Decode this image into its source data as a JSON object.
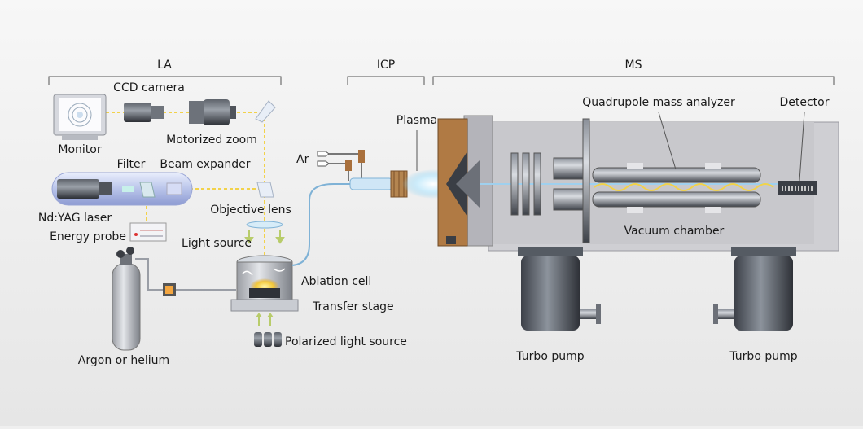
{
  "sections": {
    "la": "LA",
    "icp": "ICP",
    "ms": "MS"
  },
  "labels": {
    "ccd_camera": "CCD camera",
    "monitor": "Monitor",
    "motorized_zoom": "Motorized zoom",
    "filter": "Filter",
    "beam_expander": "Beam expander",
    "ndyag_laser": "Nd:YAG laser",
    "energy_probe": "Energy probe",
    "objective_lens": "Objective lens",
    "light_source": "Light source",
    "ablation_cell": "Ablation cell",
    "transfer_stage": "Transfer stage",
    "polarized_light_source": "Polarized light source",
    "argon_or_helium": "Argon or helium",
    "ar": "Ar",
    "plasma": "Plasma",
    "quadrupole_mass_analyzer": "Quadrupole mass analyzer",
    "detector": "Detector",
    "vacuum_chamber": "Vacuum chamber",
    "turbo_pump_1": "Turbo pump",
    "turbo_pump_2": "Turbo pump"
  },
  "colors": {
    "background": "#efefef",
    "laser_beam": "#f2d24a",
    "ion_beam": "#9fd0ee",
    "chamber_gray": "#c9c9cc",
    "dark_metal": "#4a4e55",
    "copper": "#a9703c"
  }
}
